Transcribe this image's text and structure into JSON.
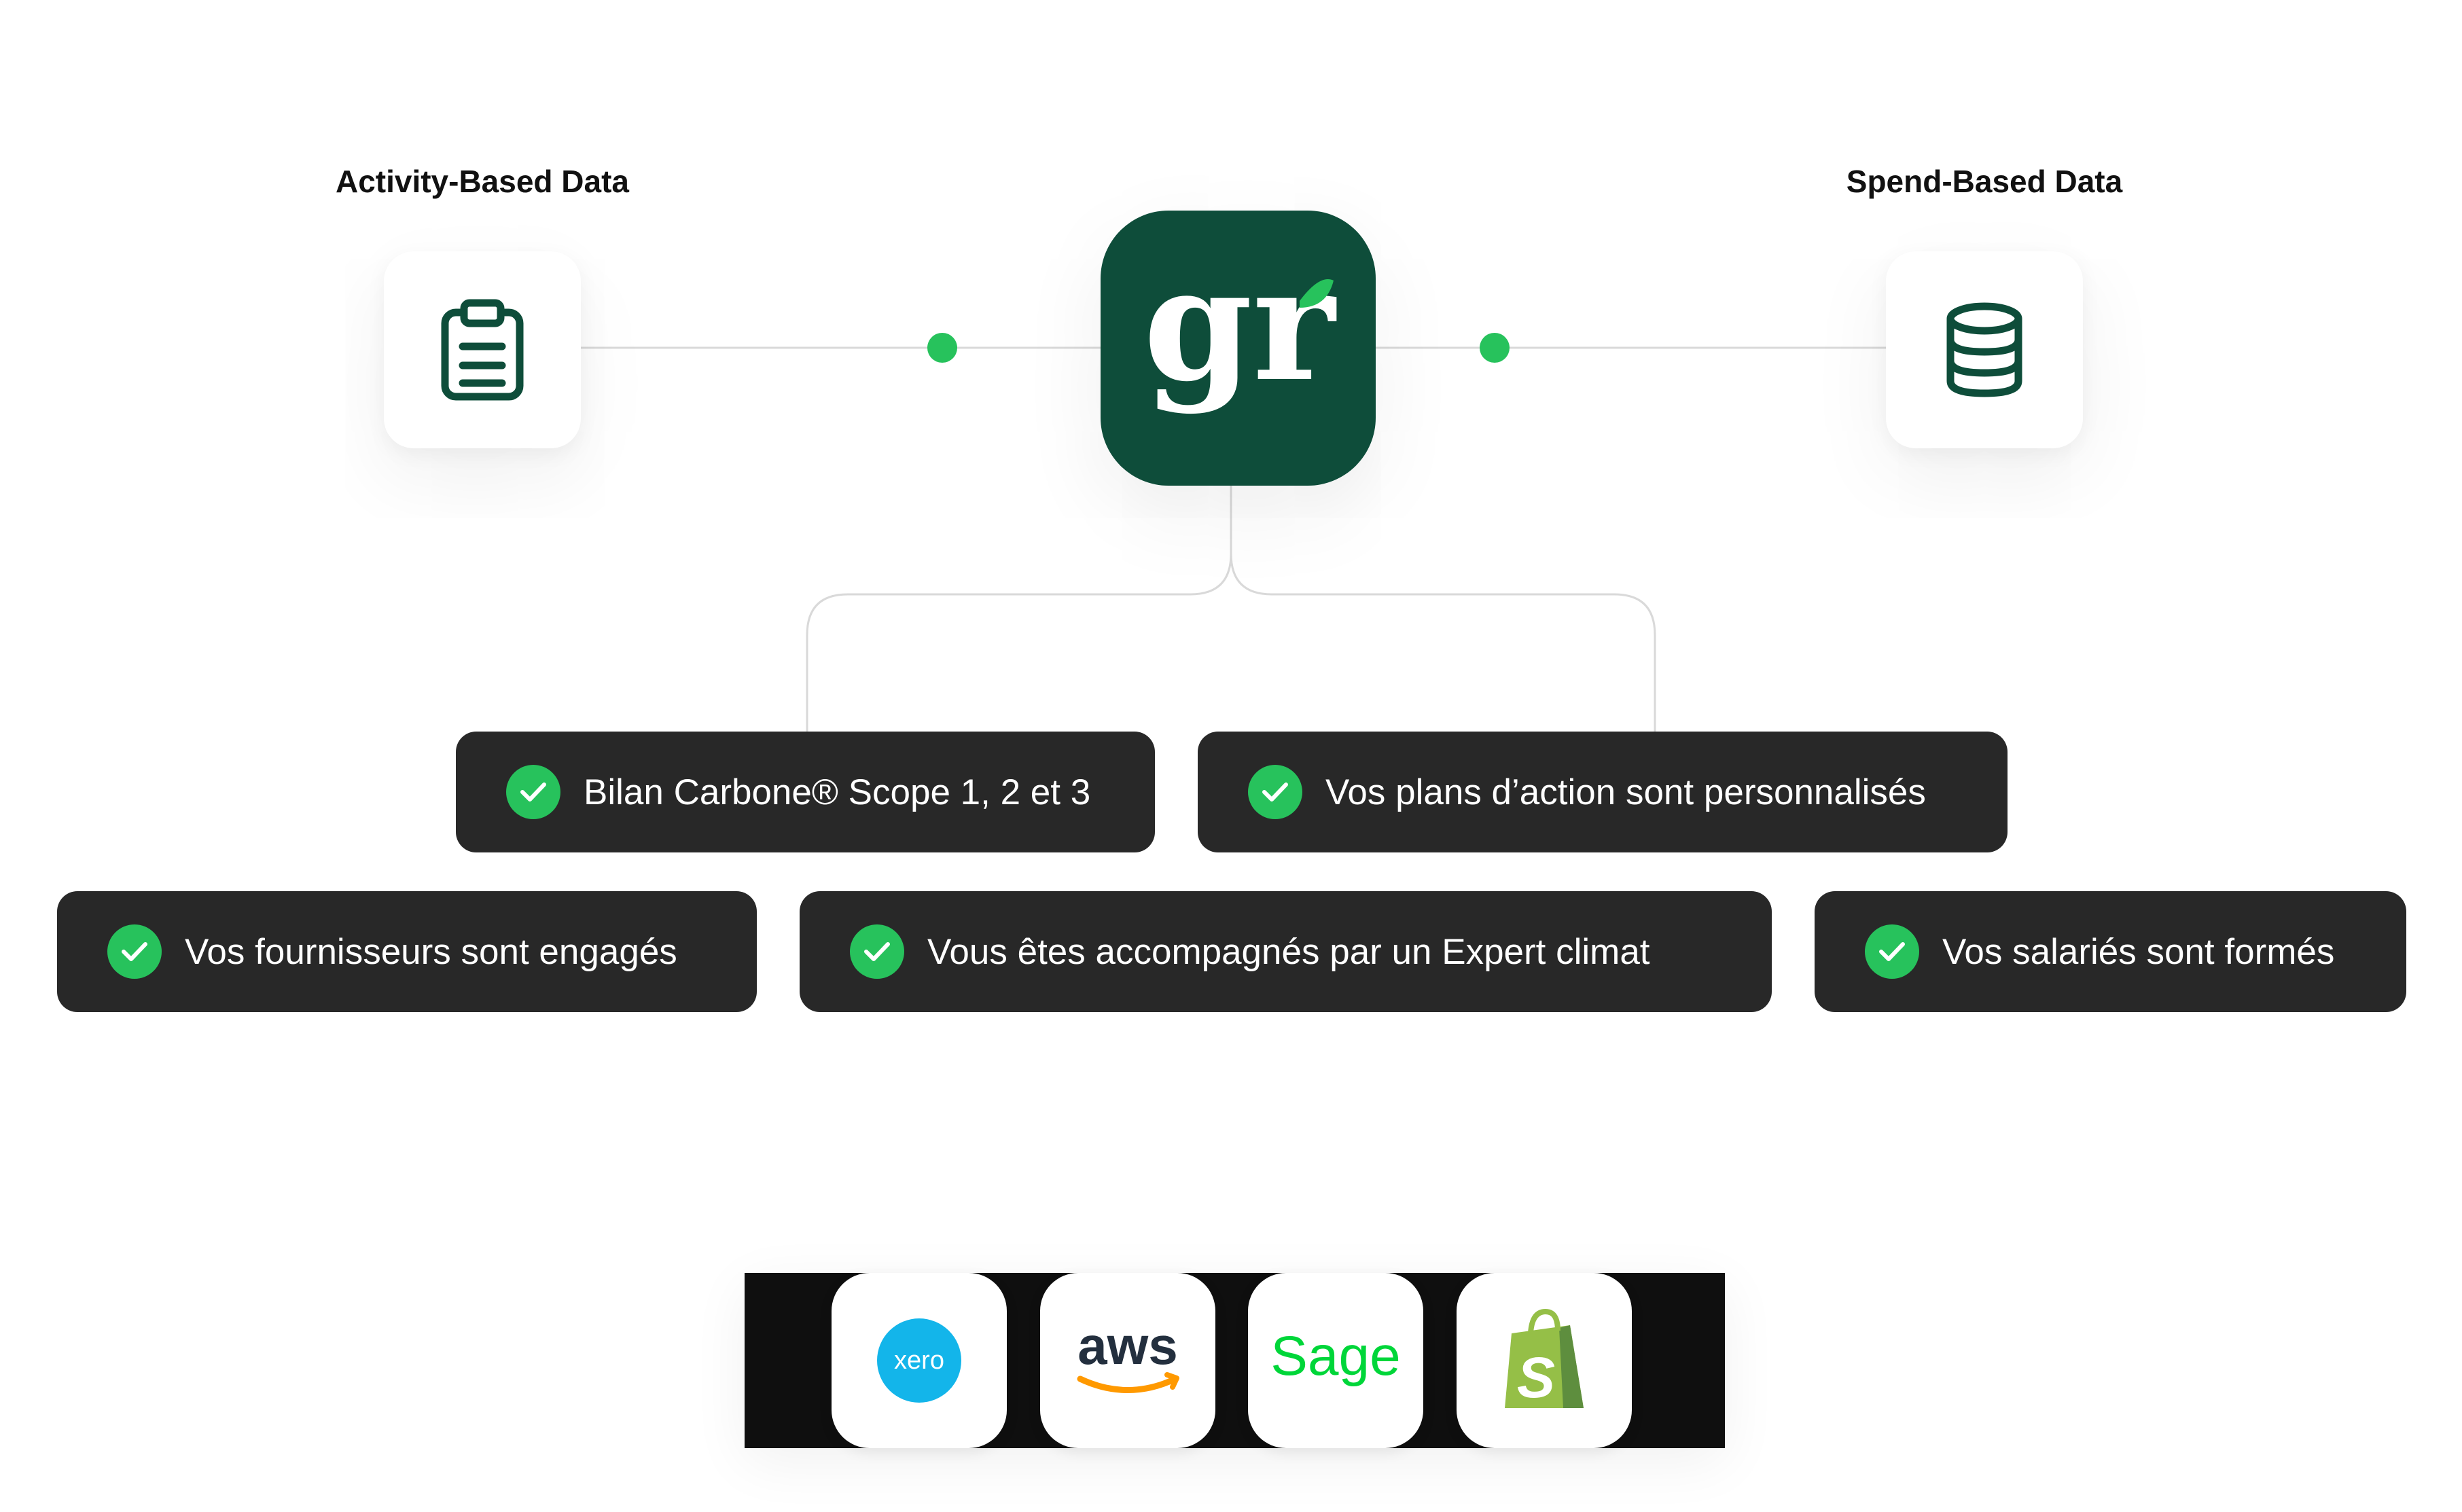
{
  "sources": {
    "activity": {
      "label": "Activity-Based Data",
      "icon": "clipboard-icon"
    },
    "spend": {
      "label": "Spend-Based Data",
      "icon": "database-icon"
    }
  },
  "hub": {
    "logo_text": "gr",
    "icon": "greenly-logo-icon",
    "color": "#0e4d3a"
  },
  "connector_dot_color": "#27c25c",
  "features": [
    {
      "label": "Bilan Carbone® Scope 1, 2 et 3"
    },
    {
      "label": "Vos plans d’action sont personnalisés"
    },
    {
      "label": "Vos fournisseurs sont engagés"
    },
    {
      "label": "Vous êtes accompagnés par un Expert climat"
    },
    {
      "label": "Vos salariés sont formés"
    }
  ],
  "integrations": [
    {
      "name": "xero",
      "label": "xero",
      "icon": "xero-logo-icon",
      "color": "#13b5ea"
    },
    {
      "name": "aws",
      "label": "aws",
      "icon": "aws-logo-icon",
      "color": "#232f3e"
    },
    {
      "name": "sage",
      "label": "Sage",
      "icon": "sage-logo-icon",
      "color": "#00d639"
    },
    {
      "name": "shopify",
      "label": "S",
      "icon": "shopify-logo-icon",
      "color": "#95bf47"
    }
  ]
}
